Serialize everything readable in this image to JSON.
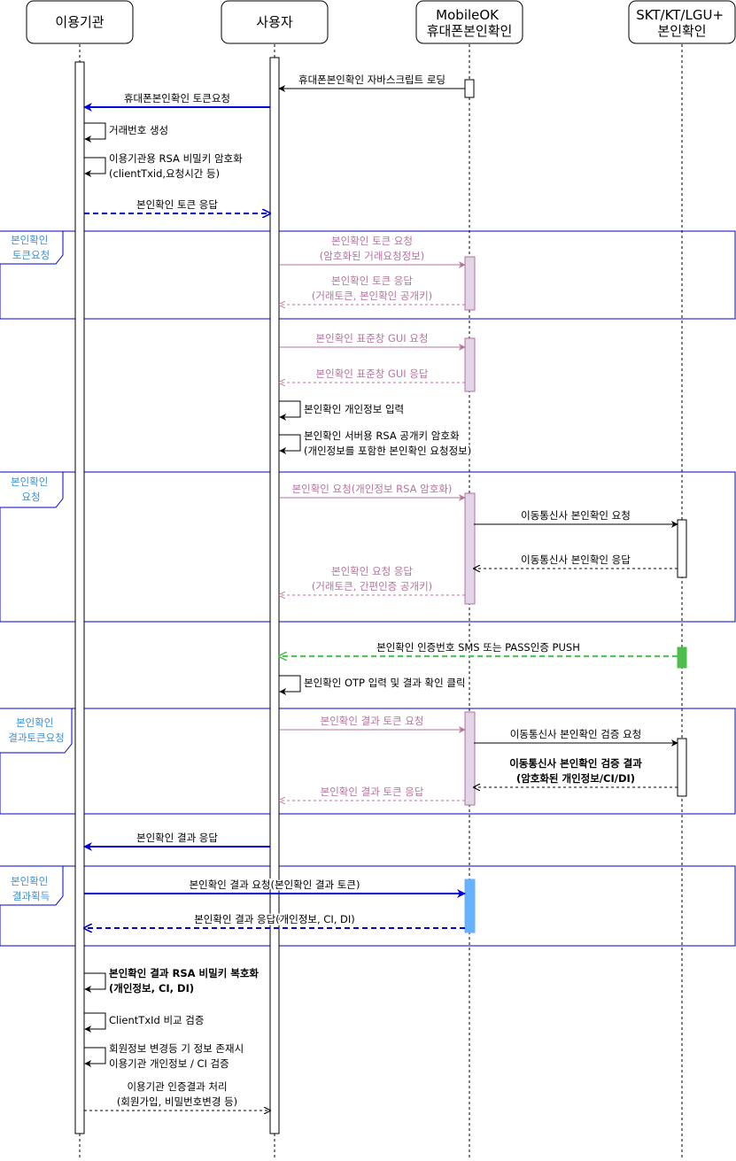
{
  "actors": [
    {
      "id": "org",
      "lines": [
        "이용기관"
      ]
    },
    {
      "id": "user",
      "lines": [
        "사용자"
      ]
    },
    {
      "id": "mok",
      "lines": [
        "MobileOK",
        "휴대폰본인확인"
      ]
    },
    {
      "id": "telco",
      "lines": [
        "SKT/KT/LGU+",
        "본인확인"
      ]
    }
  ],
  "fragments": [
    {
      "id": "frag-token-request",
      "lines": [
        "본인확인",
        "토큰요청"
      ]
    },
    {
      "id": "frag-request",
      "lines": [
        "본인확인",
        "요청"
      ]
    },
    {
      "id": "frag-result-token",
      "lines": [
        "본인확인",
        "결과토큰요청"
      ]
    },
    {
      "id": "frag-result-get",
      "lines": [
        "본인확인",
        "결과획득"
      ]
    }
  ],
  "messages": [
    {
      "id": "m1",
      "from": "mok",
      "to": "user",
      "lines": [
        "휴대폰본인확인 자바스크립트 로딩"
      ]
    },
    {
      "id": "m2",
      "from": "user",
      "to": "org",
      "lines": [
        "휴대폰본인확인 토큰요청"
      ]
    },
    {
      "id": "m3",
      "from": "org",
      "to": "org",
      "lines": [
        "거래번호 생성"
      ]
    },
    {
      "id": "m4",
      "from": "org",
      "to": "org",
      "lines": [
        "이용기관용 RSA 비밀키 암호화",
        "(clientTxid,요청시간 등)"
      ]
    },
    {
      "id": "m5",
      "from": "org",
      "to": "user",
      "lines": [
        "본인확인 토큰 응답"
      ]
    },
    {
      "id": "m6",
      "from": "user",
      "to": "mok",
      "lines": [
        "본인확인 토큰 요청",
        "(암호화된 거래요청정보)"
      ]
    },
    {
      "id": "m7",
      "from": "mok",
      "to": "user",
      "lines": [
        "본인확인 토큰 응답",
        "(거래토큰, 본인확인 공개키)"
      ]
    },
    {
      "id": "m8",
      "from": "user",
      "to": "mok",
      "lines": [
        "본인확인 표준창 GUI 요청"
      ]
    },
    {
      "id": "m9",
      "from": "mok",
      "to": "user",
      "lines": [
        "본인확인 표준창 GUI 응답"
      ]
    },
    {
      "id": "m10",
      "from": "user",
      "to": "user",
      "lines": [
        "본인확인 개인정보 입력"
      ]
    },
    {
      "id": "m11",
      "from": "user",
      "to": "user",
      "lines": [
        "본인확인 서버용 RSA 공개키 암호화",
        "(개인정보를 포함한 본인확인 요청정보)"
      ]
    },
    {
      "id": "m12",
      "from": "user",
      "to": "mok",
      "lines": [
        "본인확인 요청(개인정보 RSA 암호화)"
      ]
    },
    {
      "id": "m13",
      "from": "mok",
      "to": "telco",
      "lines": [
        "이동통신사 본인확인 요청"
      ]
    },
    {
      "id": "m14",
      "from": "telco",
      "to": "mok",
      "lines": [
        "이동통신사 본인확인 응답"
      ]
    },
    {
      "id": "m15",
      "from": "mok",
      "to": "user",
      "lines": [
        "본인확인 요청 응답",
        "(거래토큰, 간편인증 공개키)"
      ]
    },
    {
      "id": "m16",
      "from": "telco",
      "to": "user",
      "lines": [
        "본인확인 인증번호 SMS 또는 PASS인증 PUSH"
      ]
    },
    {
      "id": "m17",
      "from": "user",
      "to": "user",
      "lines": [
        "본인확인 OTP 입력 및 결과 확인 클릭"
      ]
    },
    {
      "id": "m18",
      "from": "user",
      "to": "mok",
      "lines": [
        "본인확인 결과 토큰 요청"
      ]
    },
    {
      "id": "m19",
      "from": "mok",
      "to": "telco",
      "lines": [
        "이동통신사 본인확인 검증 요청"
      ]
    },
    {
      "id": "m20",
      "from": "telco",
      "to": "mok",
      "lines": [
        "이동통신사 본인확인 검증 결과",
        "(암호화된 개인정보/CI/DI)"
      ]
    },
    {
      "id": "m21",
      "from": "mok",
      "to": "user",
      "lines": [
        "본인확인 결과 토큰 응답"
      ]
    },
    {
      "id": "m22",
      "from": "user",
      "to": "org",
      "lines": [
        "본인확인 결과 응답"
      ]
    },
    {
      "id": "m23",
      "from": "org",
      "to": "mok",
      "lines": [
        "본인확인 결과 요청(본인확인 결과 토큰)"
      ]
    },
    {
      "id": "m24",
      "from": "mok",
      "to": "org",
      "lines": [
        "본인확인 결과 응답(개인정보, CI, DI)"
      ]
    },
    {
      "id": "m25",
      "from": "org",
      "to": "org",
      "lines": [
        "본인확인 결과 RSA 비밀키 복호화",
        "(개인정보, CI, DI)"
      ]
    },
    {
      "id": "m26",
      "from": "org",
      "to": "org",
      "lines": [
        "ClientTxId 비교 검증"
      ]
    },
    {
      "id": "m27",
      "from": "org",
      "to": "org",
      "lines": [
        "회원정보 변경등 기 정보 존재시",
        "이용기관 개인정보 / CI 검증"
      ]
    },
    {
      "id": "m28",
      "from": "org",
      "to": "user",
      "lines": [
        "이용기관 인증결과 처리",
        "(회원가입, 비밀번호변경 등)"
      ]
    }
  ],
  "colors": {
    "blue": "#0000dd",
    "purple": "#b5739d",
    "purple_fill": "#e1d5e7",
    "green": "#54c254",
    "green_fill": "#4cbe4c",
    "result_fill": "#66b2ff",
    "frame": "#0000cc",
    "frame_label": "#3d8fd6",
    "black": "#000000"
  }
}
